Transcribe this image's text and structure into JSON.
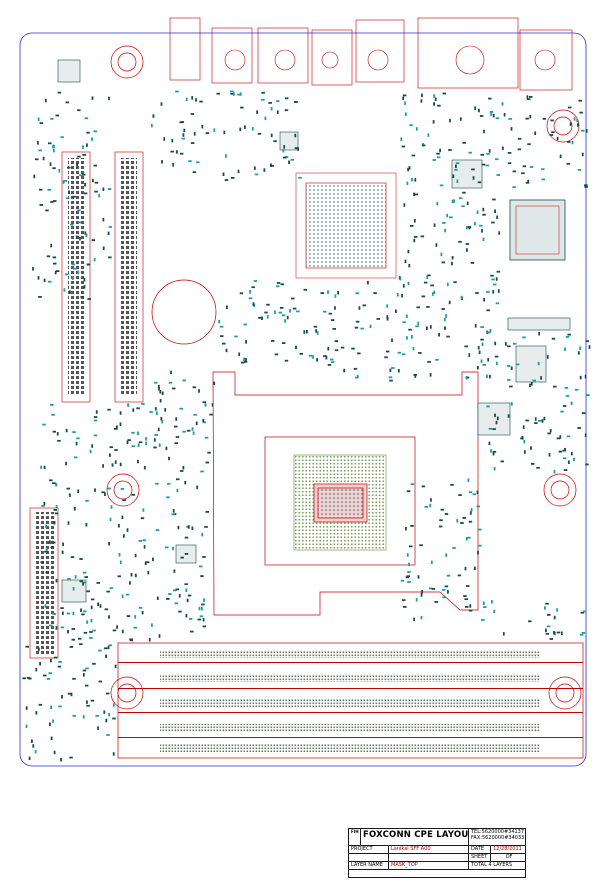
{
  "title_block": {
    "logo_text": "FIH",
    "company": "FOXCONN CPE LAYOUT CENTER",
    "tel": "TEL:5620000#34137",
    "fax": "FAX:5620000#34033",
    "project_label": "PROJECT",
    "project_value": "Lanikai SFF A00",
    "date_label": "DATE",
    "date_value": "12/28/2011",
    "sheet_label": "SHEET",
    "sheet_value": "OF",
    "layer_label": "LAYER NAME",
    "layer_value": "MASK_TOP",
    "total_layers": "TOTAL 4 LAYERS"
  },
  "colors": {
    "outline": "#c00000",
    "board_edge": "#2b2bd6",
    "pads": "#1a4a4a",
    "vias": "#1aa0a0",
    "silkscreen_text": "#c00000"
  }
}
